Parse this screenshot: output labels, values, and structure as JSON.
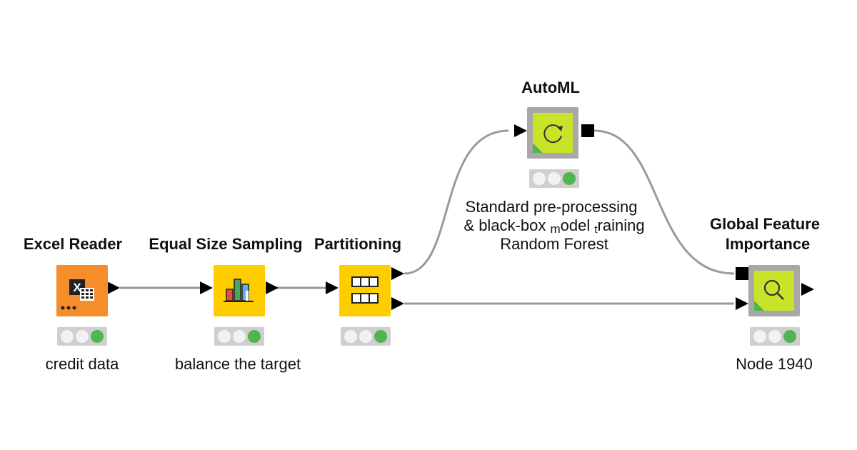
{
  "nodes": {
    "excel_reader": {
      "title": "Excel Reader",
      "label": "credit data",
      "icon": "excel-file-icon"
    },
    "equal_size_sampling": {
      "title": "Equal Size Sampling",
      "label": "balance the target",
      "icon": "bar-chart-icon"
    },
    "partitioning": {
      "title": "Partitioning",
      "icon": "table-split-icon"
    },
    "automl": {
      "title": "AutoML",
      "annotation": {
        "line1": "Standard pre-processing",
        "line2_a": "& black-box ",
        "line2_b": "m",
        "line2_c": "odel ",
        "line2_d": "t",
        "line2_e": "raining",
        "line3": "Random Forest"
      },
      "icon": "loop-arrow-icon"
    },
    "global_feature_importance": {
      "title_line1": "Global Feature",
      "title_line2": "Importance",
      "label": "Node 1940",
      "icon": "magnifier-icon"
    }
  },
  "colors": {
    "source_node": "#f58d2b",
    "manipulator_node": "#fdcd00",
    "component_frame": "#a8a8a8",
    "component_fill": "#c9e32a",
    "status_green": "#4fb550",
    "connection": "#9a9a9a"
  }
}
